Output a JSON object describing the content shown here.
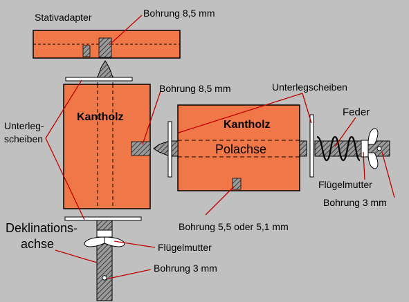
{
  "labels": {
    "stativadapter": "Stativadapter",
    "bohrung_top": "Bohrung 8,5 mm",
    "bohrung_mid": "Bohrung 8,5 mm",
    "unterlegscheiben_right": "Unterlegscheiben",
    "unterleg_left_1": "Unterleg-",
    "unterleg_left_2": "scheiben",
    "kantholz_left": "Kantholz",
    "kantholz_right": "Kantholz",
    "polachse": "Polachse",
    "feder": "Feder",
    "fluegelmutter_right": "Flügelmutter",
    "bohrung_3_right": "Bohrung 3 mm",
    "bohrung_55": "Bohrung 5,5 oder 5,1 mm",
    "deklinations_1": "Deklinations-",
    "deklinations_2": "achse",
    "fluegelmutter_bottom": "Flügelmutter",
    "bohrung_3_bottom": "Bohrung 3 mm"
  },
  "colors": {
    "background": "#c0c0c0",
    "wood": "#f07848",
    "leader": "#c00000",
    "outline": "#000000"
  }
}
